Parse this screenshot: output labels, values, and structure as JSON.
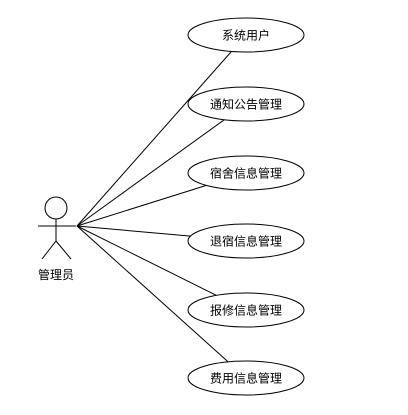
{
  "actor": {
    "label": "管理员",
    "icon": "stick-figure-actor-icon"
  },
  "use_cases": [
    {
      "id": "uc-system-users",
      "label": "系统用户"
    },
    {
      "id": "uc-notice-management",
      "label": "通知公告管理"
    },
    {
      "id": "uc-dorm-info-management",
      "label": "宿舍信息管理"
    },
    {
      "id": "uc-checkout-dorm-management",
      "label": "退宿信息管理"
    },
    {
      "id": "uc-repair-info-management",
      "label": "报修信息管理"
    },
    {
      "id": "uc-fee-info-management",
      "label": "费用信息管理"
    }
  ],
  "colors": {
    "stroke": "#000000",
    "background": "#ffffff"
  }
}
